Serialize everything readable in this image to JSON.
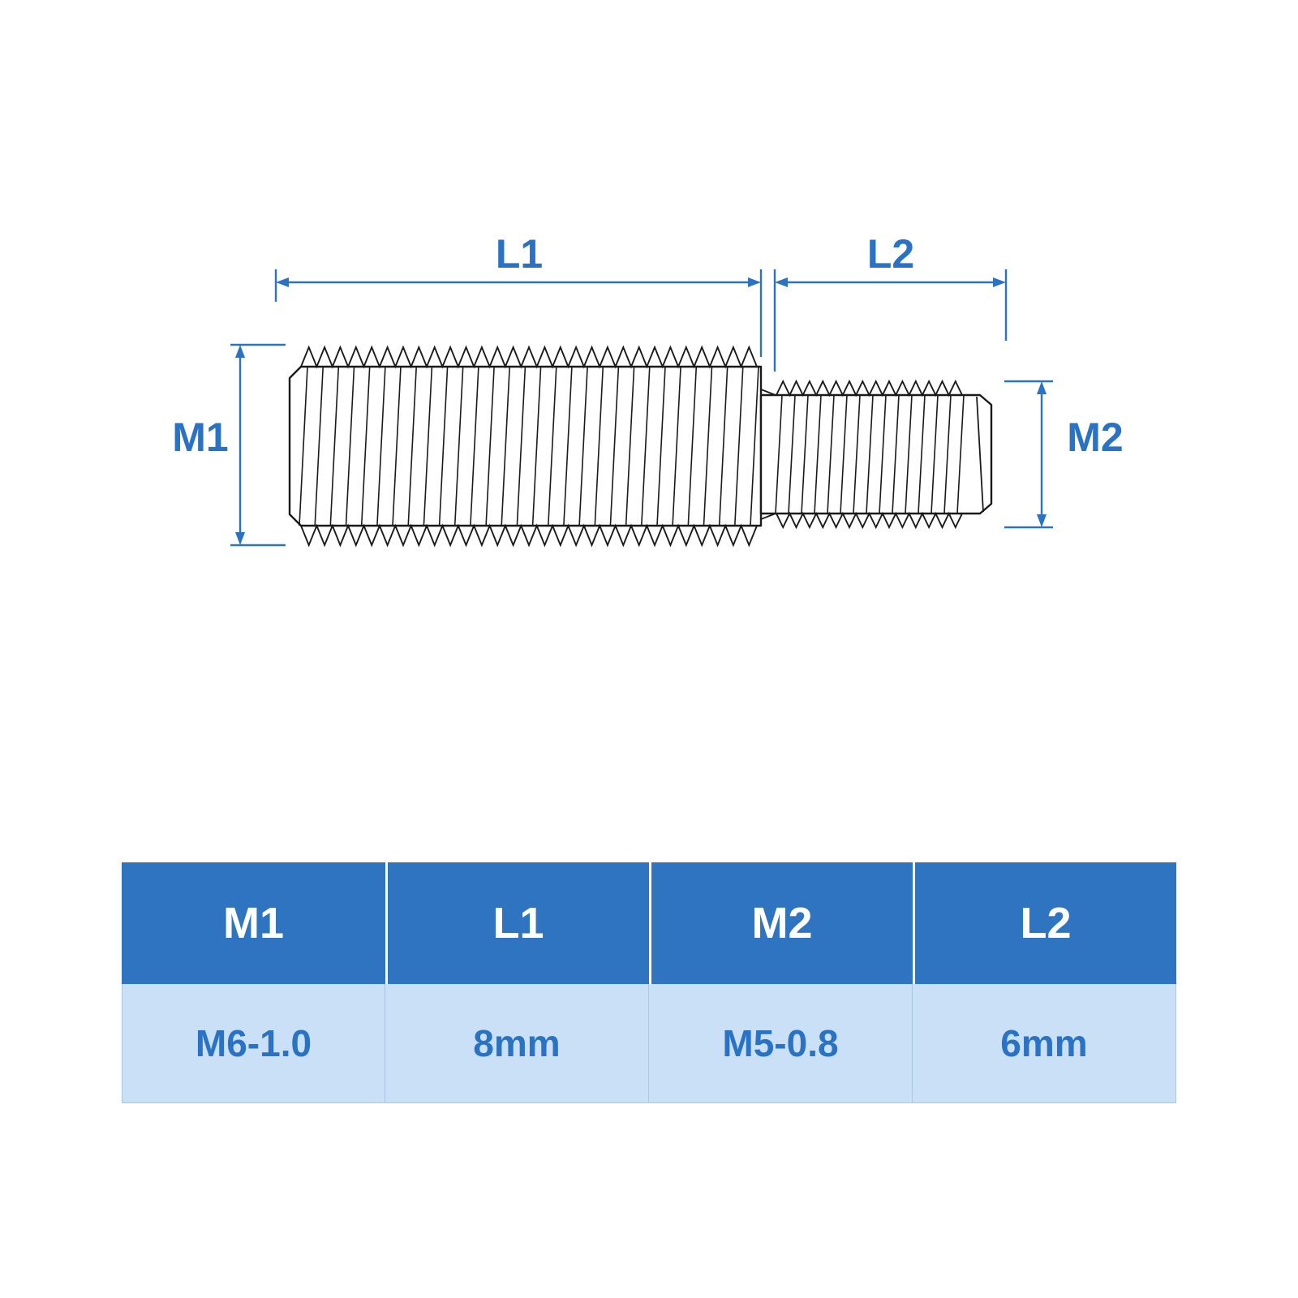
{
  "diagram": {
    "dim_labels": {
      "L1": "L1",
      "L2": "L2",
      "M1": "M1",
      "M2": "M2"
    }
  },
  "table": {
    "headers": [
      "M1",
      "L1",
      "M2",
      "L2"
    ],
    "row": [
      "M6-1.0",
      "8mm",
      "M5-0.8",
      "6mm"
    ]
  },
  "colors": {
    "accent": "#2a72c3",
    "table_header_bg": "#2e74c1",
    "table_row_bg": "#c9e0f7",
    "row_text": "#2a72c3"
  }
}
